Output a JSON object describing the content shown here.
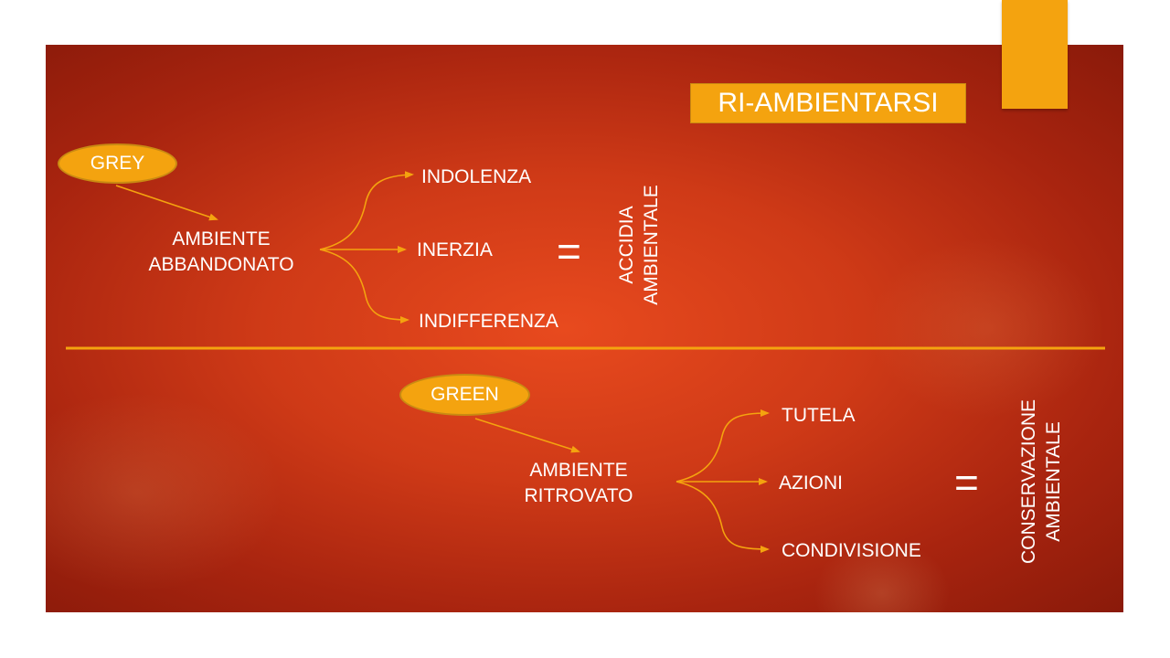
{
  "title": "RI-AMBIENTARSI",
  "top": {
    "badge": "GREY",
    "source": [
      "AMBIENTE",
      "ABBANDONATO"
    ],
    "branches": [
      "INDOLENZA",
      "INERZIA",
      "INDIFFERENZA"
    ],
    "equals": "=",
    "result": [
      "ACCIDIA",
      "AMBIENTALE"
    ]
  },
  "bottom": {
    "badge": "GREEN",
    "source": [
      "AMBIENTE",
      "RITROVATO"
    ],
    "branches": [
      "TUTELA",
      "AZIONI",
      "CONDIVISIONE"
    ],
    "equals": "=",
    "result": [
      "CONSERVAZIONE",
      "AMBIENTALE"
    ]
  },
  "colors": {
    "accent": "#f4a30f",
    "background": "#c8361a",
    "text": "#ffffff"
  }
}
